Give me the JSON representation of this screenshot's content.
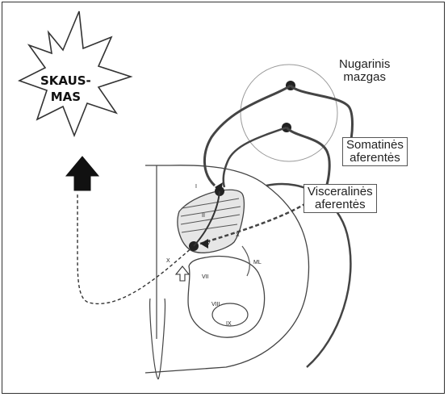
{
  "pain_label": {
    "line1": "SKAUS-",
    "line2": "MAS"
  },
  "ganglion_label": {
    "line1": "Nugarinis",
    "line2": "mazgas"
  },
  "somatic_label": {
    "line1": "Somatinės",
    "line2": "aferentės"
  },
  "visceral_label": {
    "line1": "Visceralinės",
    "line2": "aferentės"
  },
  "laminae": [
    "I",
    "II",
    "V",
    "X",
    "VII",
    "VIII",
    "IX",
    "X"
  ],
  "tract_label": "ML"
}
